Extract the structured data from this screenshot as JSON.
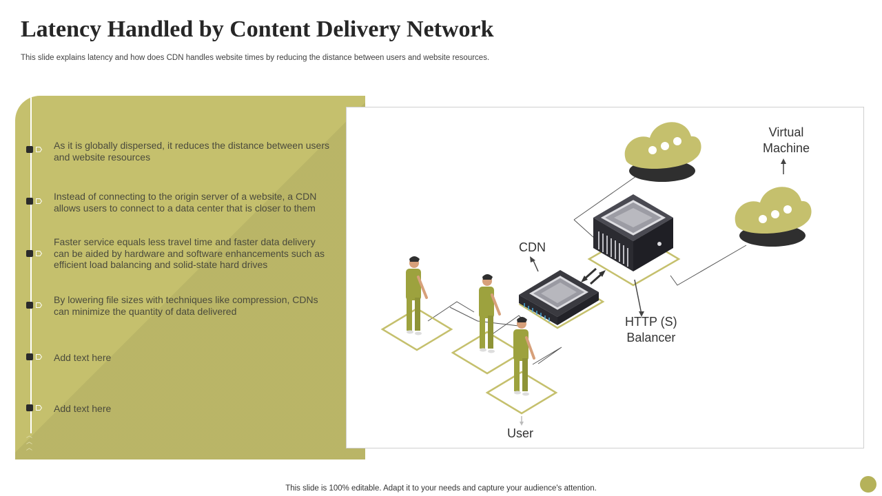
{
  "slide": {
    "title": "Latency Handled by Content Delivery Network",
    "subtitle": "This slide explains latency and how does CDN handles website times by reducing the distance between users and website resources.",
    "footer": "This slide is 100% editable. Adapt it to your needs and capture your audience's attention."
  },
  "panel": {
    "items": [
      {
        "text": "As it is globally dispersed, it reduces the distance between users and website resources"
      },
      {
        "text": "Instead of connecting to the origin server of a website,  a CDN allows users to connect to a data center that is closer to them"
      },
      {
        "text": "Faster service equals less travel time and faster data delivery can be aided by hardware and software enhancements such as efficient load balancing and solid-state hard drives"
      },
      {
        "text": "By lowering file sizes with techniques like compression, CDNs can minimize  the quantity of data delivered"
      },
      {
        "text": "Add text here"
      },
      {
        "text": "Add text here"
      }
    ]
  },
  "diagram": {
    "labels": {
      "cdn": "CDN",
      "balancer": "HTTP (S)\nBalancer",
      "virtual_machine": "Virtual\nMachine",
      "user": "User"
    }
  },
  "colors": {
    "accent": "#c5c06d",
    "accent_dark": "#b5b25a",
    "server_dark": "#2f2f35"
  },
  "icons": [
    "cloud-icon",
    "server-icon",
    "cdn-chip-icon",
    "person-icon",
    "arrow-icon"
  ]
}
